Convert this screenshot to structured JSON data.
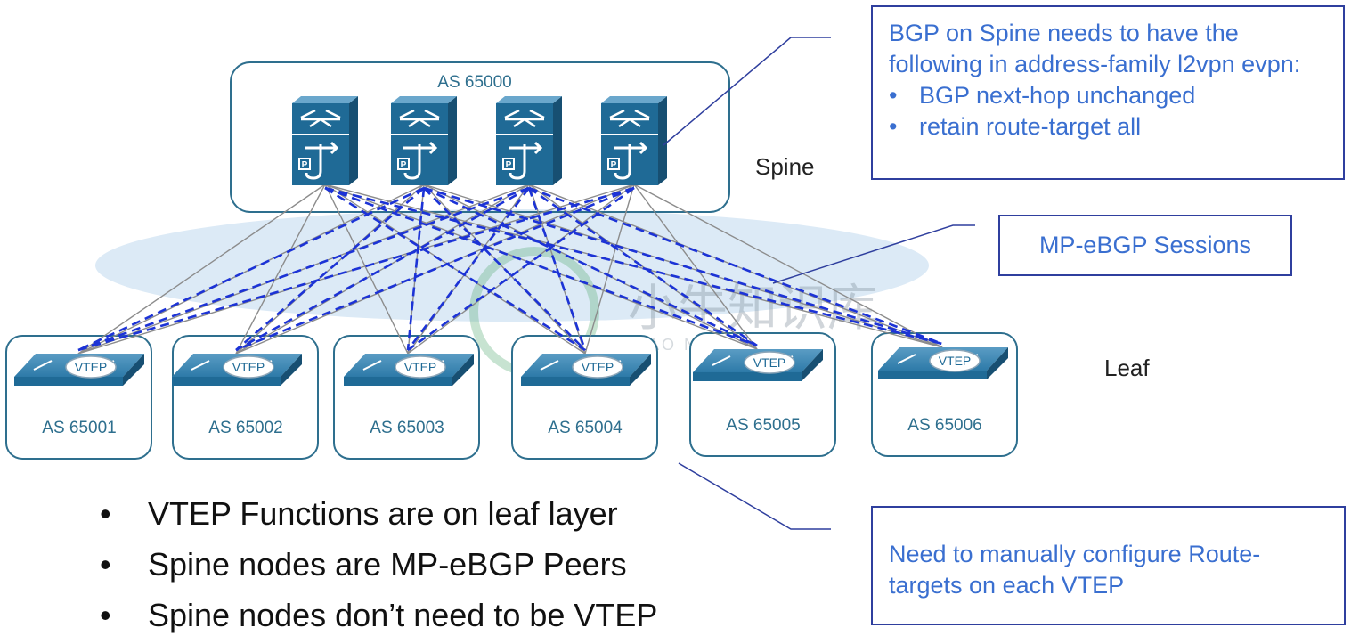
{
  "spine": {
    "as_label": "AS 65000",
    "layer_label": "Spine",
    "switch_icon": "spine-switch-icon",
    "count": 4
  },
  "leaf": {
    "layer_label": "Leaf",
    "vtep_label": "VTEP",
    "switch_icon": "leaf-switch-icon",
    "nodes": [
      {
        "as_label": "AS 65001"
      },
      {
        "as_label": "AS 65002"
      },
      {
        "as_label": "AS 65003"
      },
      {
        "as_label": "AS 65004"
      },
      {
        "as_label": "AS 65005"
      },
      {
        "as_label": "AS 65006"
      }
    ]
  },
  "callouts": {
    "spine_bgp": {
      "text": "BGP on Spine needs to have the following in address-family l2vpn evpn:",
      "bullets": [
        "BGP next-hop  unchanged",
        "retain route-target  all"
      ]
    },
    "sessions": "MP-eBGP Sessions",
    "route_targets": "Need to manually  configure Route-targets on each VTEP"
  },
  "bullets": [
    "VTEP Functions are on leaf layer",
    "Spine nodes are MP-eBGP Peers",
    "Spine nodes don’t need to be VTEP"
  ],
  "watermark": {
    "text_cn": "小牛知识库",
    "text_en": "XIAO NIU ZHI SHI KU"
  },
  "colors": {
    "box_border": "#2e6f8e",
    "switch_fill": "#1f6a96",
    "physical_link": "#8c8c8c",
    "bgp_session": "#1c33d6",
    "callout_border": "#2f3f9e",
    "callout_text": "#3a6fd0",
    "ellipse": "#dceaf6"
  }
}
